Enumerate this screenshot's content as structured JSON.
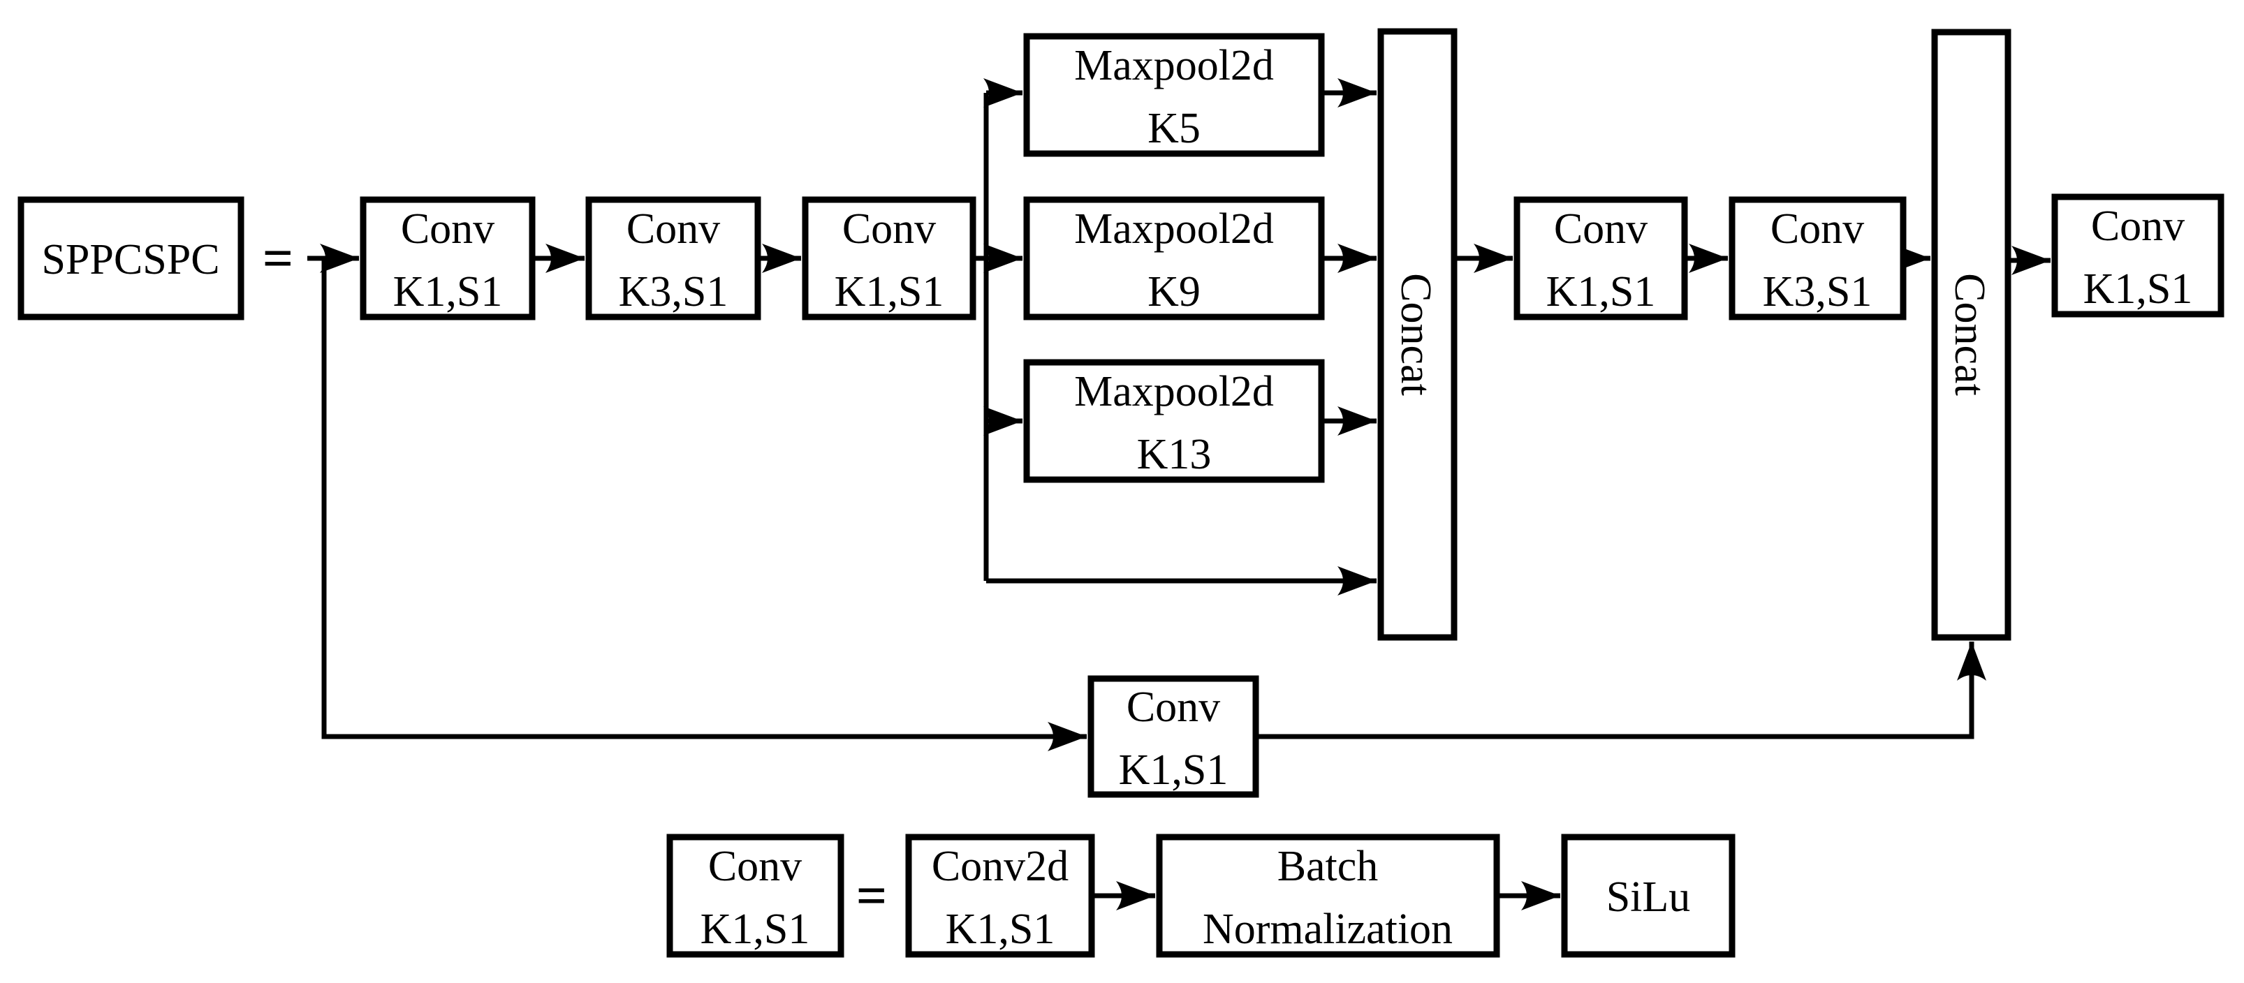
{
  "diagram": {
    "kind": "neural-network-block-diagram",
    "colors": {
      "background": "#ffffff",
      "line": "#000000",
      "box_fill": "#ffffff"
    },
    "equals_sign": "=",
    "nodes": {
      "sppcspc": {
        "label": "SPPCSPC"
      },
      "conv1": {
        "line1": "Conv",
        "line2": "K1,S1"
      },
      "conv2": {
        "line1": "Conv",
        "line2": "K3,S1"
      },
      "conv3": {
        "line1": "Conv",
        "line2": "K1,S1"
      },
      "maxpool5": {
        "line1": "Maxpool2d",
        "line2": "K5"
      },
      "maxpool9": {
        "line1": "Maxpool2d",
        "line2": "K9"
      },
      "maxpool13": {
        "line1": "Maxpool2d",
        "line2": "K13"
      },
      "concat1": {
        "label": "Concat"
      },
      "conv4": {
        "line1": "Conv",
        "line2": "K1,S1"
      },
      "conv5": {
        "line1": "Conv",
        "line2": "K3,S1"
      },
      "concat2": {
        "label": "Concat"
      },
      "conv6": {
        "line1": "Conv",
        "line2": "K1,S1"
      },
      "conv_bypass": {
        "line1": "Conv",
        "line2": "K1,S1"
      }
    },
    "legend": {
      "conv": {
        "line1": "Conv",
        "line2": "K1,S1"
      },
      "equals": "=",
      "conv2d": {
        "line1": "Conv2d",
        "line2": "K1,S1"
      },
      "batch_norm": {
        "line1": "Batch",
        "line2": "Normalization"
      },
      "silu": {
        "label": "SiLu"
      }
    }
  }
}
